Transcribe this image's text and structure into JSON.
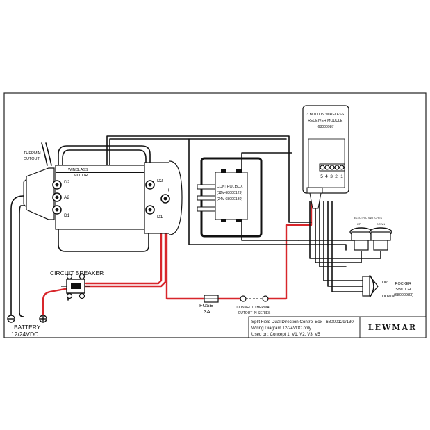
{
  "labels": {
    "thermal_cutout": [
      "THERMAL",
      "CUTOUT"
    ],
    "windlass_motor": [
      "WINDLASS",
      "MOTOR"
    ],
    "terminal_d2_left": "D2",
    "terminal_a2": "A2",
    "terminal_d1_left": "D1",
    "terminal_d2_right": "D2",
    "terminal_d1_right": "D1",
    "plus_sign": "+",
    "control_box": [
      "CONTROL BOX",
      "(12V-68000129)",
      "(24V-68000130)"
    ],
    "receiver_module": [
      "3 BUTTON WIRELESS",
      "RECEIVER MODULE",
      "68000987"
    ],
    "receiver_pins": [
      "5",
      "4",
      "3",
      "2",
      "1"
    ],
    "electric_switches": "ELECTRIC SWITCHES",
    "switch_up": "UP",
    "switch_down": "DOWN",
    "rocker_up": "UP",
    "rocker_down": "DOWN",
    "rocker_switch": [
      "ROCKER",
      "SWITCH",
      "(68000983)"
    ],
    "circuit_breaker": "CIRCUIT BREAKER",
    "battery": [
      "BATTERY",
      "12/24VDC"
    ],
    "fuse": [
      "FUSE",
      "3A"
    ],
    "connect_thermal": [
      "CONNECT THERMAL",
      "CUTOUT IN SERIES"
    ]
  },
  "title_block": {
    "lines": [
      "Split Field Dual Direction Control Box - 68000129/130",
      "Wiring Diagram 12/24VDC only",
      "Used on: Concept 1, V1, V2, V3, V5"
    ],
    "brand": "LEWMAR"
  },
  "colors": {
    "wire_red": "#d8262b",
    "wire_black": "#111111",
    "background": "#ffffff"
  }
}
